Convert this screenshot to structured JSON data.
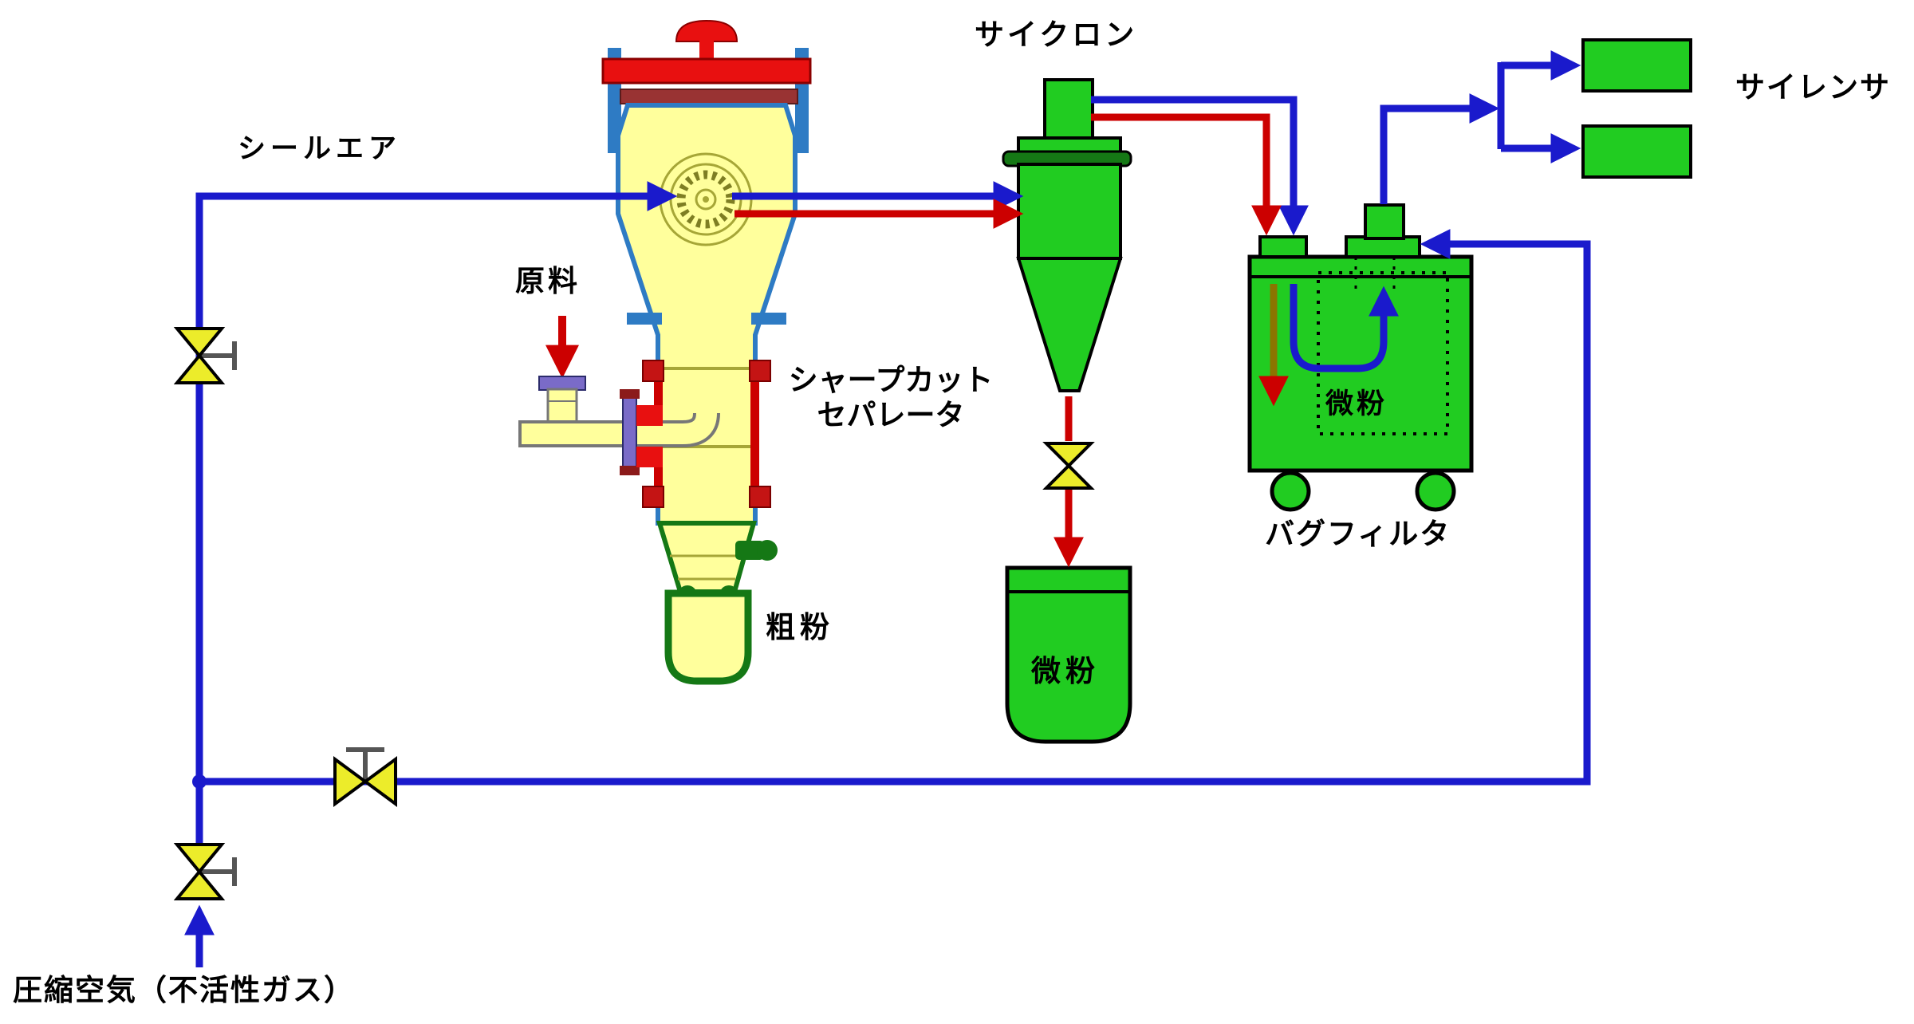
{
  "labels": {
    "seal_air": "シールエア",
    "raw_material": "原料",
    "separator_line1": "シャープカット",
    "separator_line2": "セパレータ",
    "coarse_powder": "粗粉",
    "cyclone": "サイクロン",
    "fine_powder_cyclone": "微粉",
    "fine_powder_bag": "微粉",
    "bag_filter": "バグフィルタ",
    "silencer": "サイレンサ",
    "compressed_air": "圧縮空気（不活性ガス）"
  },
  "colors": {
    "pipe_blue": "#1A1ACC",
    "pipe_red": "#CC0000",
    "green": "#21CC21",
    "dark_green": "#157815",
    "vessel_fill": "#FFFF9C",
    "vessel_stroke": "#2E7BC4",
    "lid_red": "#E81010",
    "band_maroon": "#993333",
    "flange_red": "#C41414",
    "valve_fill": "#ECEC2A",
    "handle_grey": "#555555",
    "olive": "#A6A637",
    "olive_dark": "#7E7E23",
    "purple": "#7A6BC8",
    "brown": "#8B7500"
  }
}
